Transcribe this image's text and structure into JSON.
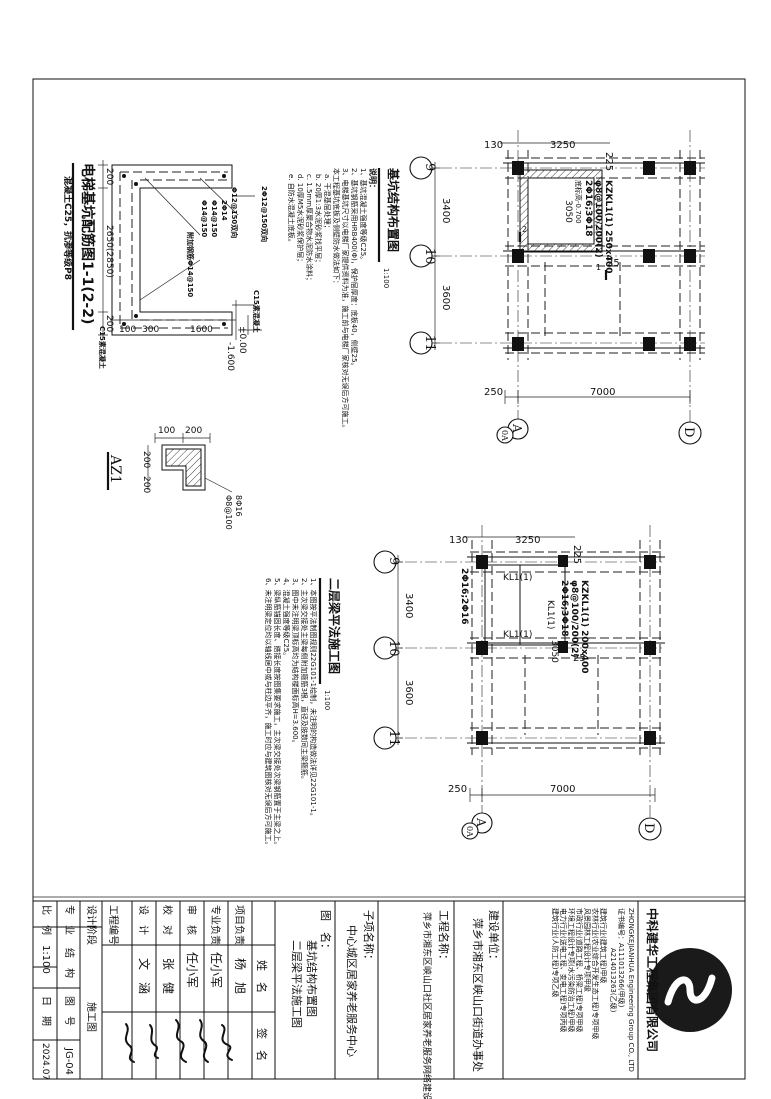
{
  "company": {
    "name": "中科建华工程集团有限公司",
    "name_en": "ZHONGKEJIANHUA Engineering Group CO., LTD",
    "cert": "证书编号：A111013266(甲级)",
    "cert2": "A214013263(乙级)",
    "qualifications": [
      "建筑行业(建筑工程)甲级",
      "农林行业(农业综合开发生态工程)专项甲级",
      "风景园林工程设计专项甲级",
      "市政行业(道路工程、桥梁工程)专项甲级",
      "环境工程设计专项(水污染防治工程)甲级",
      "电力行业(送电工程、变电工程)专项丙级",
      "建筑行业(人防工程)专项乙级"
    ]
  },
  "title_block": {
    "owner_label": "建设单位：",
    "owner": "萍乡市湘东区峡山口街道办事处",
    "project_label": "工程名称：",
    "project": "萍乡市湘东区峡山口社区居家养老服务网络建设项目",
    "subproject_label": "子项名称：",
    "subproject": "中心城区居家养老服务中心",
    "drawing_label": "图　名：",
    "drawing_names": [
      "基坑结构布置图",
      "二层梁平法施工图"
    ],
    "roles_header": [
      "姓　名",
      "签　名"
    ],
    "roles": [
      {
        "role": "项目负责",
        "name": "杨　旭"
      },
      {
        "role": "专业负责",
        "name": "任小军"
      },
      {
        "role": "审　核",
        "name": "任小军"
      },
      {
        "role": "校　对",
        "name": "张　健"
      },
      {
        "role": "设　计",
        "name": "文　涵"
      }
    ],
    "project_no_label": "工程编号",
    "stage_label": "设计阶段",
    "stage": "施工图",
    "discipline_label": "专　业",
    "discipline": "结　构",
    "drawing_no_label": "图　号",
    "drawing_no": "JG-04",
    "scale_label": "比　例",
    "scale": "1:100",
    "date_label": "日　期",
    "date": "2024.07"
  },
  "plan1": {
    "title": "基坑结构布置图",
    "scale": "1:100",
    "axes": [
      "9",
      "10",
      "11",
      "A",
      "0A",
      "D"
    ],
    "dims": [
      "130",
      "3250",
      "225",
      "3400",
      "3600",
      "25",
      "250",
      "7000"
    ],
    "pit_label": "KZKL1(1) 250x400",
    "pit_label2": "φ8@100/200(2)",
    "pit_label3": "2Φ16;3Φ18",
    "pit_label4": "底标高-0.700",
    "pit_dim": "3050",
    "section_marks": [
      "2",
      "1"
    ],
    "notes_header": "说明：",
    "notes": [
      "1、基坑混凝土强度等级C25。",
      "2、基坑钢筋采用HRB400(Φ)，保护层厚度：底板40，侧壁25。",
      "3、电梯基坑尺寸以电梯厂家提供资料为准，施工前与电梯厂家核对无误后方可施工。",
      "本工程基坑底板及侧壁防水做法如下：",
      "a. 干混基层处理；",
      "b. 20厚1:3水泥砂浆找平层；",
      "c. 1.5mm厚聚合物水泥防水涂料；",
      "d. 10厚M5水泥砂浆保护层；",
      "e. 自防水混凝土底板。"
    ]
  },
  "plan2": {
    "title": "二层梁平法施工图",
    "scale": "1:100",
    "axes": [
      "9",
      "10",
      "11",
      "A",
      "0A",
      "D"
    ],
    "dims": [
      "130",
      "3250",
      "225",
      "3400",
      "3600",
      "25",
      "250",
      "7000"
    ],
    "beams": [
      "KL1(1)",
      "KL1(1)",
      "KL1(1)"
    ],
    "beam_note": "KZKL1(1) 200x400",
    "beam_note2": "φ8@100/200(2)",
    "beam_note3": "2Φ16;3Φ18",
    "beam_note4": "2Φ16;2Φ16",
    "beam_dim": "3050",
    "notes_header": "说明：",
    "notes": [
      "1、本图按平法制图规则22G101-1绘制，未注明的构造做法详见22G101-1。",
      "2、主次梁交接处主梁每侧附加箍筋3根，直径及肢数同主梁箍筋。",
      "3、图中未注明梁顶标高均为结构楼面标高H=3.600。",
      "4、混凝土强度等级C25。",
      "5、梁纵筋锚固长度、搭接长度按图集要求施工，主次梁交接处次梁钢筋置于主梁之上。",
      "6、未注明梁定位均以轴线居中或与柱边平齐，施工时应与建筑图核对无误后方可施工。"
    ]
  },
  "section": {
    "title": "电梯基坑配筋图1-1(2-2)",
    "subtitle": "混凝土C25，抗渗等级P8",
    "dims": [
      "100",
      "300",
      "1600",
      "±0.00",
      "-1.600",
      "200",
      "2650(2850)",
      "200"
    ],
    "labels": [
      "Φ12@150双向",
      "2Φ14",
      "Φ14@150",
      "Φ14@150",
      "C15素混凝土",
      "附加钢筋Φ14@150",
      "2Φ12@150双向",
      "C15素混凝土"
    ]
  },
  "detail": {
    "title": "AZ1",
    "dims": [
      "100",
      "200",
      "200",
      "200"
    ],
    "labels": [
      "8Φ16",
      "Φ8@100"
    ]
  }
}
